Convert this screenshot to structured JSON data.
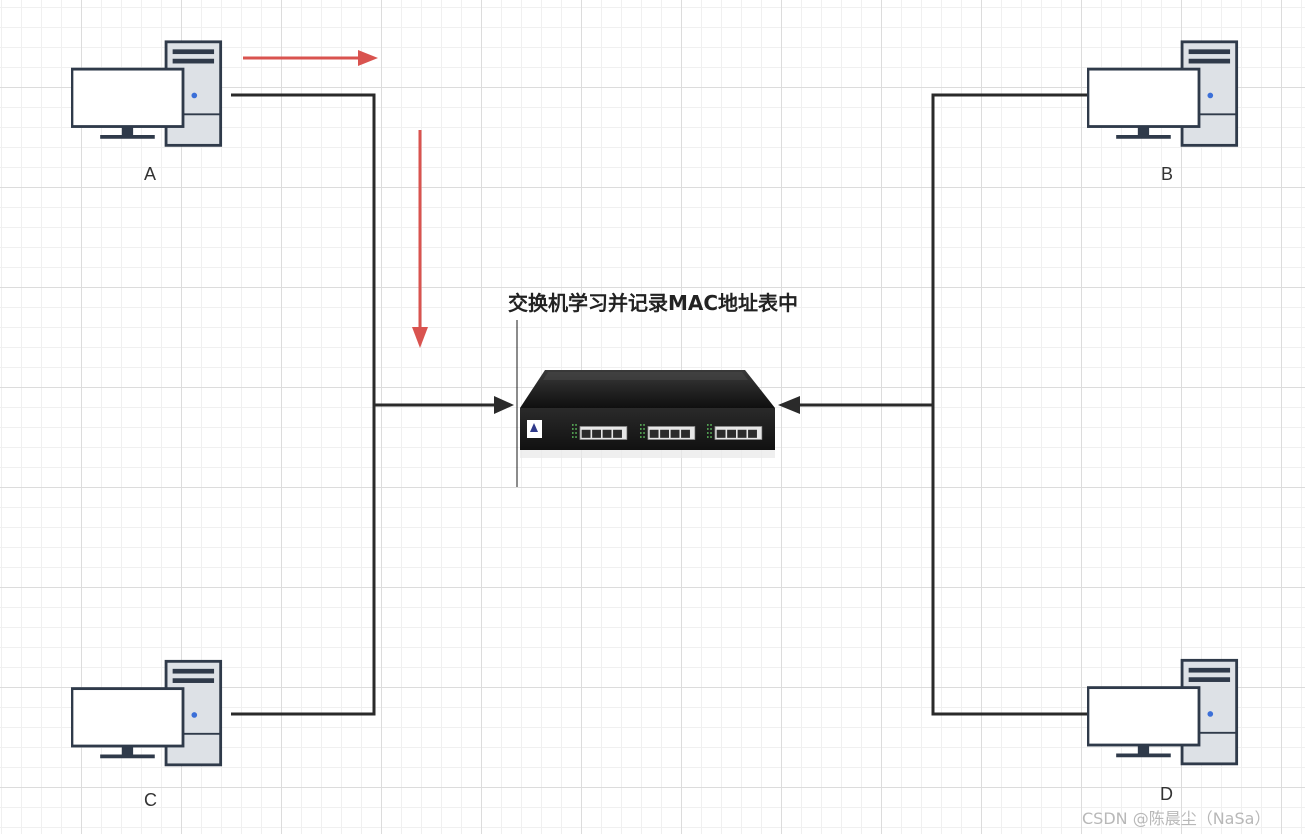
{
  "title": "交换机学习并记录MAC地址表中",
  "hosts": {
    "a": {
      "label": "A"
    },
    "b": {
      "label": "B"
    },
    "c": {
      "label": "C"
    },
    "d": {
      "label": "D"
    }
  },
  "watermark": "CSDN @陈晨尘（NaSa）",
  "colors": {
    "line": "#2a2a2a",
    "arrow_red": "#d9534f",
    "monitor_frame": "#2f3a4a",
    "tower_body": "#dde1e6",
    "tower_stripe": "#2f3a4a",
    "power_led": "#3b6fd8",
    "switch_body": "#1a1a1a",
    "port_led": "#5cb85c"
  },
  "icons": {
    "computer": "desktop-computer-icon",
    "switch": "network-switch-icon"
  }
}
